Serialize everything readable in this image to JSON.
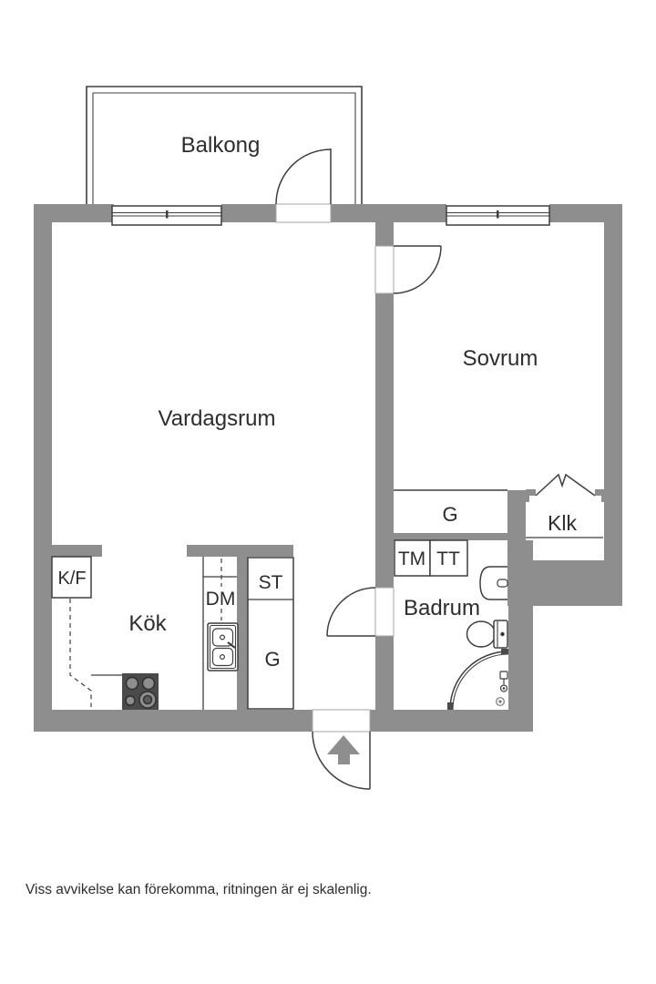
{
  "floorplan": {
    "labels": {
      "balcony": "Balkong",
      "living_room": "Vardagsrum",
      "bedroom": "Sovrum",
      "kitchen": "Kök",
      "bathroom": "Badrum",
      "walk_in_closet": "Klk",
      "wardrobe_bedroom": "G",
      "wardrobe_kitchen": "G",
      "cleaning_cabinet": "ST",
      "fridge_freezer": "K/F",
      "dishwasher": "DM",
      "washing_machine": "TM",
      "tumble_dryer": "TT"
    },
    "colors": {
      "wall": "#8e8e8e",
      "stove": "#4b4b4b",
      "line": "#3f3f3f",
      "light_line": "#a6a6a6",
      "text": "#2d2d2d"
    },
    "footer": {
      "disclaimer": "Viss avvikelse kan förekomma, ritningen är ej skalenlig."
    }
  }
}
